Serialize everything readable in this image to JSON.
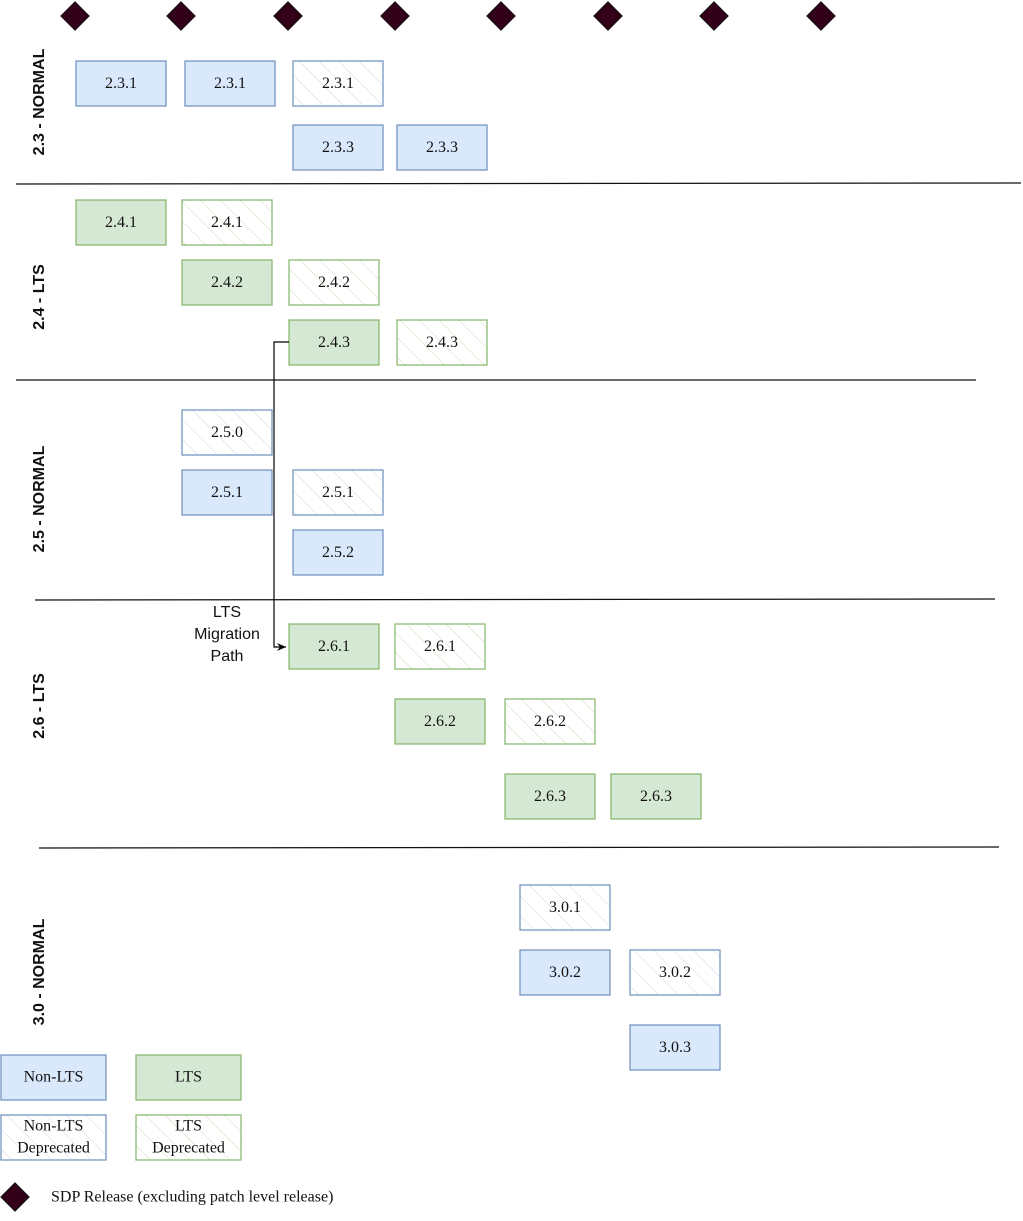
{
  "colors": {
    "non_lts_fill": "#dae8fc",
    "non_lts_stroke": "#6c8ebf",
    "lts_fill": "#d5e8d4",
    "lts_stroke": "#82b366",
    "release_marker": "#33001a",
    "divider": "#111111"
  },
  "release_marker_count": 8,
  "lanes": [
    {
      "label": "2.3 - NORMAL"
    },
    {
      "label": "2.4 - LTS"
    },
    {
      "label": "2.5 - NORMAL"
    },
    {
      "label": "2.6 - LTS"
    },
    {
      "label": "3.0 - NORMAL"
    }
  ],
  "releases": [
    {
      "label": "2.3.1",
      "kind": "non-lts",
      "deprecated": false
    },
    {
      "label": "2.3.1",
      "kind": "non-lts",
      "deprecated": false
    },
    {
      "label": "2.3.1",
      "kind": "non-lts",
      "deprecated": true
    },
    {
      "label": "2.3.3",
      "kind": "non-lts",
      "deprecated": false
    },
    {
      "label": "2.3.3",
      "kind": "non-lts",
      "deprecated": false
    },
    {
      "label": "2.4.1",
      "kind": "lts",
      "deprecated": false
    },
    {
      "label": "2.4.1",
      "kind": "lts",
      "deprecated": true
    },
    {
      "label": "2.4.2",
      "kind": "lts",
      "deprecated": false
    },
    {
      "label": "2.4.2",
      "kind": "lts",
      "deprecated": true
    },
    {
      "label": "2.4.3",
      "kind": "lts",
      "deprecated": false
    },
    {
      "label": "2.4.3",
      "kind": "lts",
      "deprecated": true
    },
    {
      "label": "2.5.0",
      "kind": "non-lts",
      "deprecated": true
    },
    {
      "label": "2.5.1",
      "kind": "non-lts",
      "deprecated": false
    },
    {
      "label": "2.5.1",
      "kind": "non-lts",
      "deprecated": true
    },
    {
      "label": "2.5.2",
      "kind": "non-lts",
      "deprecated": false
    },
    {
      "label": "2.6.1",
      "kind": "lts",
      "deprecated": false
    },
    {
      "label": "2.6.1",
      "kind": "lts",
      "deprecated": true
    },
    {
      "label": "2.6.2",
      "kind": "lts",
      "deprecated": false
    },
    {
      "label": "2.6.2",
      "kind": "lts",
      "deprecated": true
    },
    {
      "label": "2.6.3",
      "kind": "lts",
      "deprecated": false
    },
    {
      "label": "2.6.3",
      "kind": "lts",
      "deprecated": false
    },
    {
      "label": "3.0.1",
      "kind": "non-lts",
      "deprecated": true
    },
    {
      "label": "3.0.2",
      "kind": "non-lts",
      "deprecated": false
    },
    {
      "label": "3.0.2",
      "kind": "non-lts",
      "deprecated": true
    },
    {
      "label": "3.0.3",
      "kind": "non-lts",
      "deprecated": false
    }
  ],
  "migration_note": {
    "lines": [
      "LTS",
      "Migration",
      "Path"
    ]
  },
  "legend": {
    "non_lts": "Non-LTS",
    "lts": "LTS",
    "non_lts_deprecated": [
      "Non-LTS",
      "Deprecated"
    ],
    "lts_deprecated": [
      "LTS",
      "Deprecated"
    ],
    "sdp_release": "SDP Release (excluding patch level release)"
  }
}
